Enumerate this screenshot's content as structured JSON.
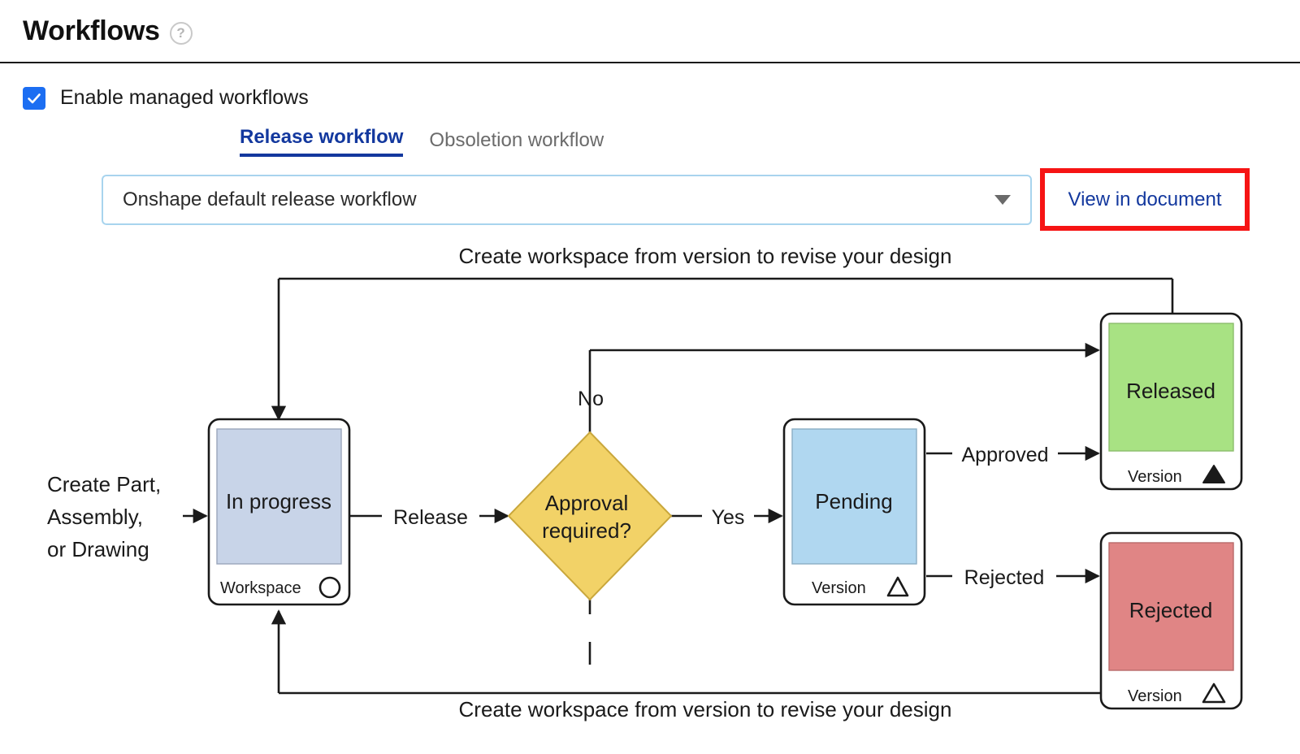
{
  "header": {
    "title": "Workflows",
    "help_icon": "question-mark-icon",
    "help_glyph": "?"
  },
  "settings": {
    "enable_managed_workflows": {
      "label": "Enable managed workflows",
      "checked": true
    }
  },
  "tabs": [
    {
      "label": "Release workflow",
      "active": true
    },
    {
      "label": "Obsoletion workflow",
      "active": false
    }
  ],
  "workflow_select": {
    "value": "Onshape default release workflow",
    "caret_icon": "chevron-down-icon"
  },
  "view_in_document": {
    "label": "View in document",
    "highlight_color": "#f61414"
  },
  "colors": {
    "accent_blue": "#13389e",
    "checkbox_blue": "#1c6ef2",
    "select_border": "#a8d4ee",
    "in_progress_fill": "#c8d4e8",
    "pending_fill": "#b0d7f0",
    "released_fill": "#a8e283",
    "rejected_fill": "#e08585",
    "decision_fill": "#f2d267",
    "stroke": "#1a1a1a"
  },
  "diagram": {
    "title": "Onshape default release workflow diagram",
    "start_label": [
      "Create Part,",
      "Assembly,",
      "or Drawing"
    ],
    "nodes": [
      {
        "id": "in-progress",
        "label": "In progress",
        "sub_label": "Workspace",
        "sub_icon": "circle-icon",
        "fill": "#c8d4e8"
      },
      {
        "id": "approval-required",
        "label_line1": "Approval",
        "label_line2": "required?",
        "shape": "diamond",
        "fill": "#f2d267"
      },
      {
        "id": "pending",
        "label": "Pending",
        "sub_label": "Version",
        "sub_icon": "triangle-outline-icon",
        "fill": "#b0d7f0"
      },
      {
        "id": "released",
        "label": "Released",
        "sub_label": "Version",
        "sub_icon": "triangle-filled-icon",
        "fill": "#a8e283"
      },
      {
        "id": "rejected",
        "label": "Rejected",
        "sub_label": "Version",
        "sub_icon": "triangle-outline-icon",
        "fill": "#e08585"
      }
    ],
    "edge_labels": {
      "release": "Release",
      "yes": "Yes",
      "no": "No",
      "approved": "Approved",
      "rejected": "Rejected"
    },
    "loop_top": "Create workspace from version to revise your design",
    "loop_bottom": "Create workspace from version to revise your design"
  }
}
